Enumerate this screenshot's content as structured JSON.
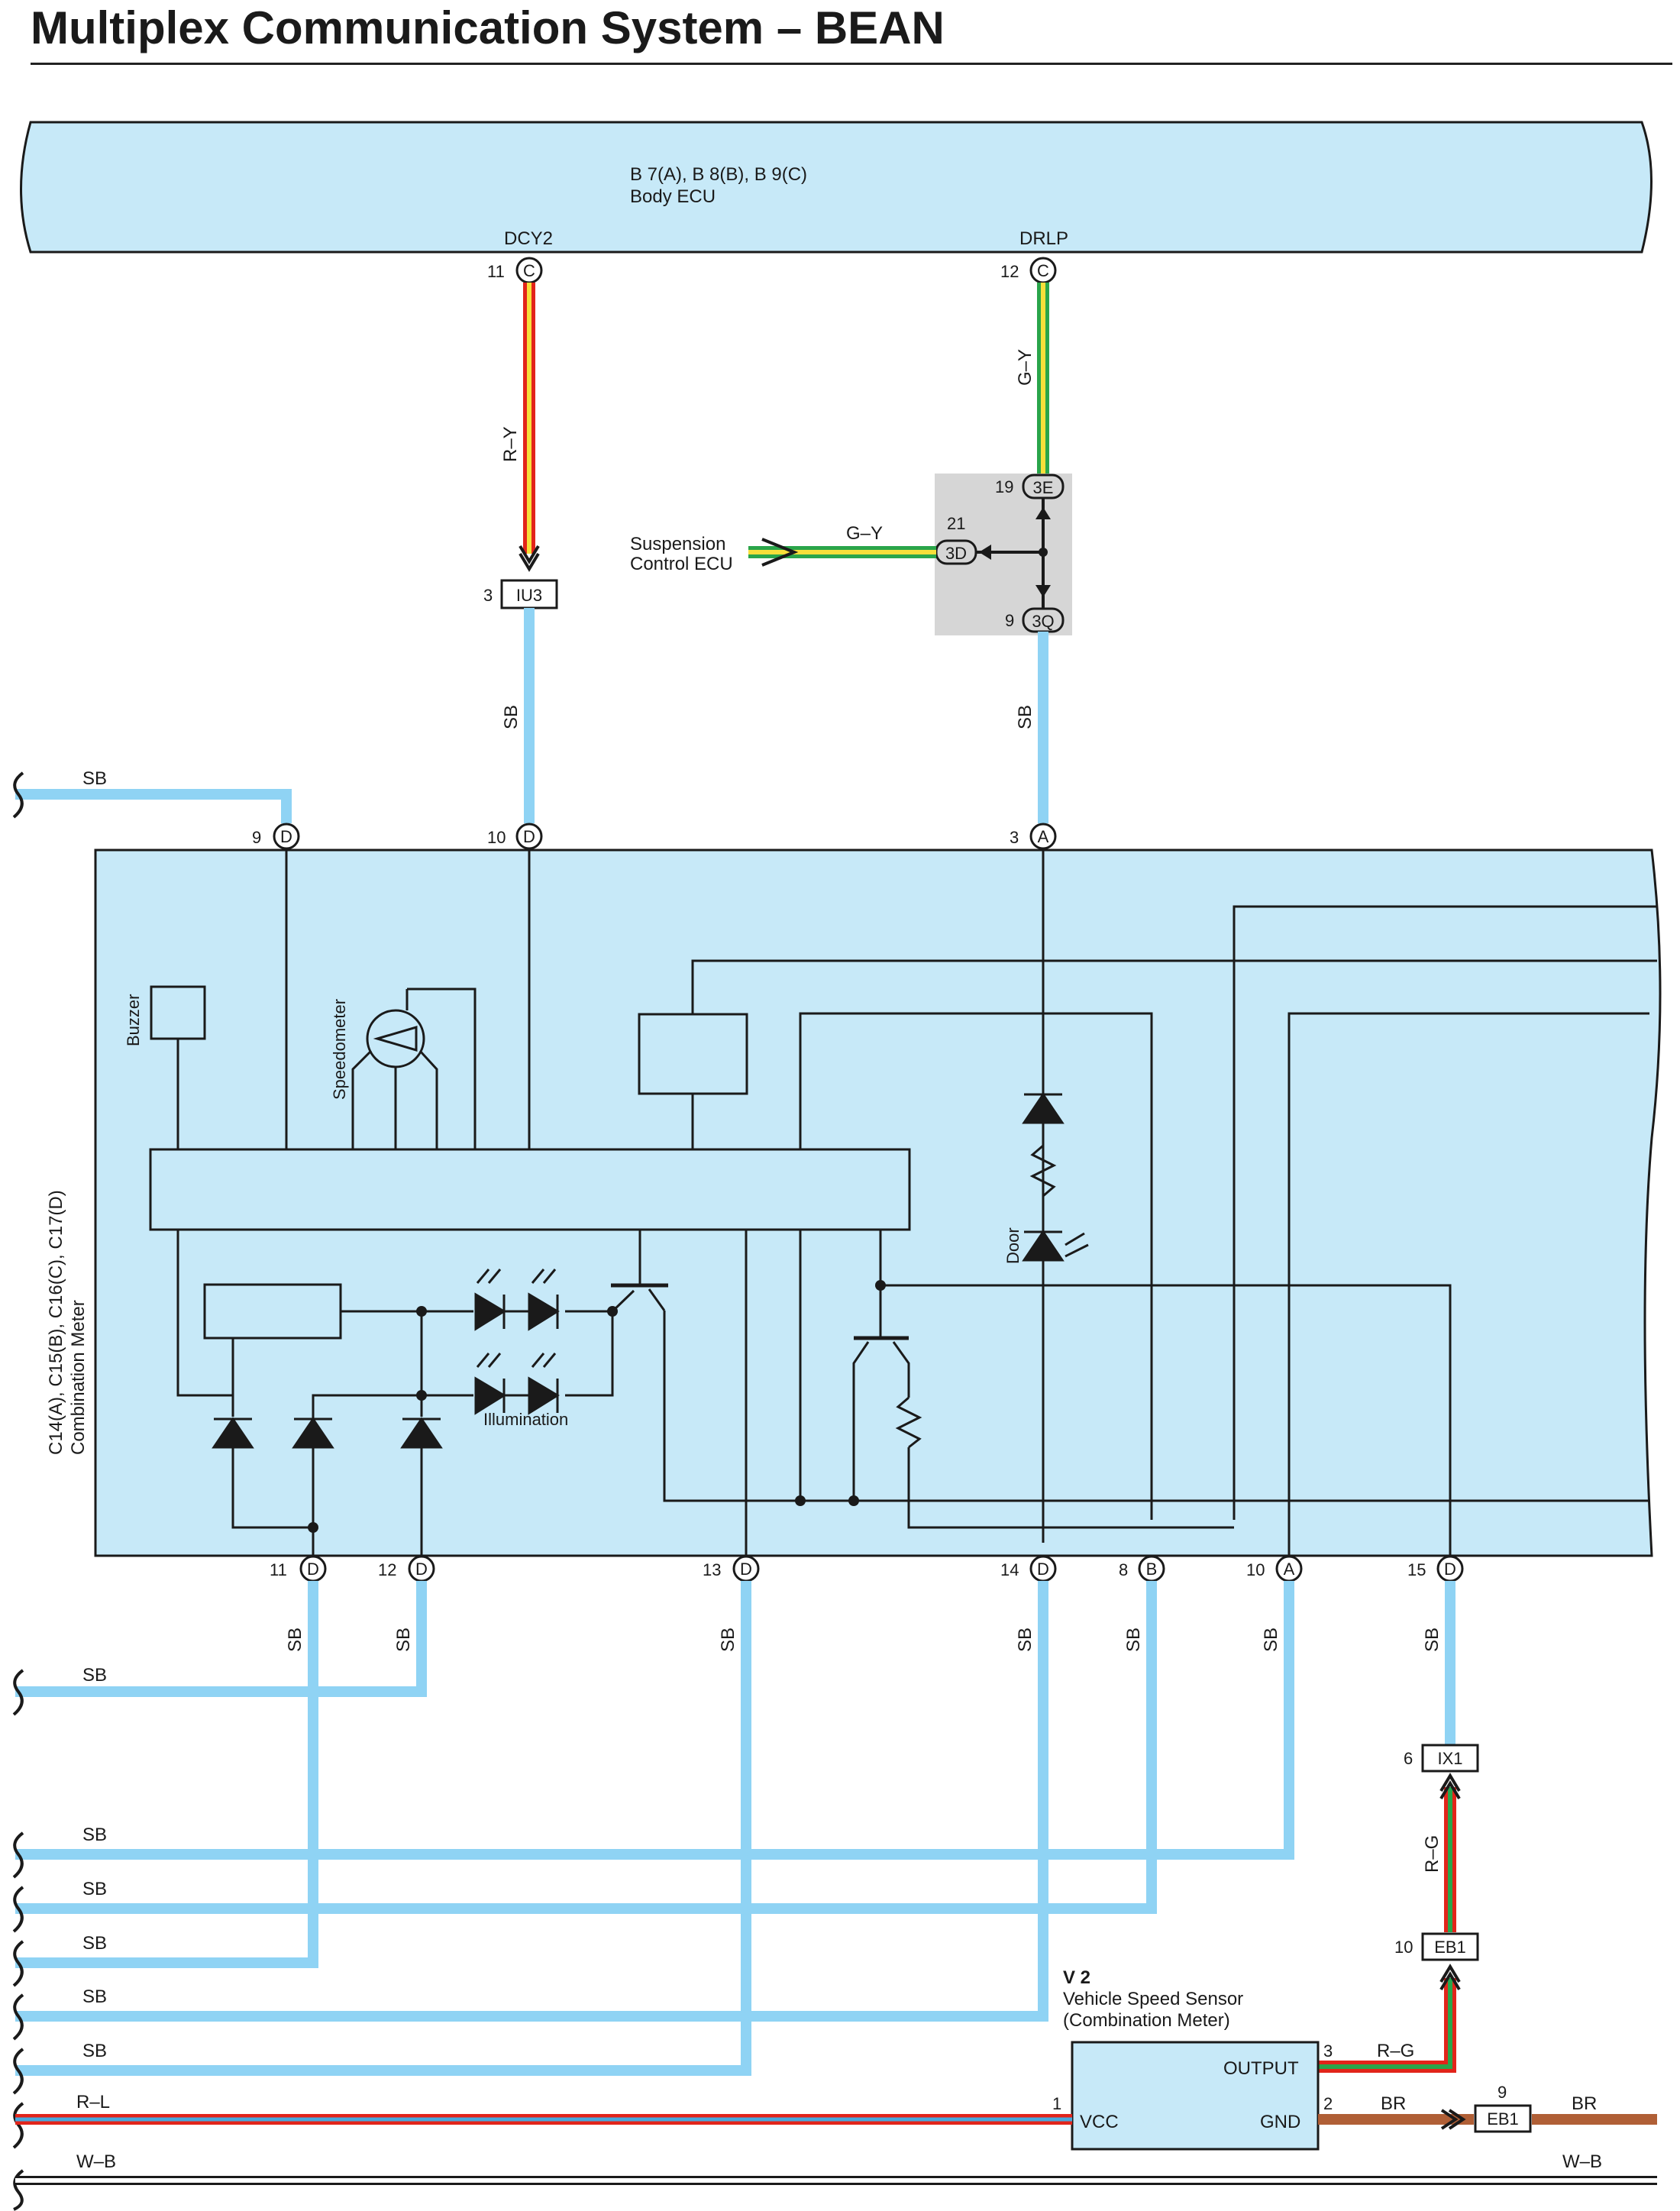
{
  "title": "Multiplex Communication System – BEAN",
  "colors": {
    "box_fill": "#c7e9f8",
    "sb_wire": "#8fd3f4",
    "red": "#e2241a",
    "yellow": "#f7df3a",
    "green": "#2aa54a",
    "brown": "#b05f36",
    "blue": "#4aa8dc",
    "grey_box": "#d6d6d6"
  },
  "body_ecu": {
    "code": "B 7(A), B 8(B), B 9(C)",
    "name": "Body ECU",
    "dcy2_label": "DCY2",
    "drlp_label": "DRLP",
    "pin_dcy2": "11",
    "pin_drlp": "12",
    "conn": "C"
  },
  "wires": {
    "ry": "R–Y",
    "gy": "G–Y",
    "sb": "SB",
    "rg": "R–G",
    "br": "BR",
    "rl": "R–L",
    "wb": "W–B"
  },
  "suspension": {
    "line1": "Suspension",
    "line2": "Control ECU"
  },
  "junction": {
    "pin19": "19",
    "c3e": "3E",
    "pin21": "21",
    "c3d": "3D",
    "pin9": "9",
    "c3q": "3Q"
  },
  "iu3": {
    "pin": "3",
    "name": "IU3"
  },
  "meter": {
    "code": "C14(A), C15(B), C16(C), C17(D)",
    "name": "Combination Meter",
    "buzzer": "Buzzer",
    "speedometer": "Speedometer",
    "door": "Door",
    "illumination": "Illumination"
  },
  "top_pins": [
    {
      "num": "9",
      "conn": "D"
    },
    {
      "num": "10",
      "conn": "D"
    },
    {
      "num": "3",
      "conn": "A"
    }
  ],
  "bottom_pins": [
    {
      "num": "11",
      "conn": "D"
    },
    {
      "num": "12",
      "conn": "D"
    },
    {
      "num": "13",
      "conn": "D"
    },
    {
      "num": "14",
      "conn": "D"
    },
    {
      "num": "8",
      "conn": "B"
    },
    {
      "num": "10",
      "conn": "A"
    },
    {
      "num": "15",
      "conn": "D"
    }
  ],
  "ix1": {
    "pin": "6",
    "name": "IX1"
  },
  "eb1_top": {
    "pin": "10",
    "name": "EB1"
  },
  "eb1_bottom": {
    "pin": "9",
    "name": "EB1"
  },
  "sensor": {
    "code": "V 2",
    "name": "Vehicle Speed Sensor",
    "sub": "(Combination Meter)",
    "output": "OUTPUT",
    "vcc": "VCC",
    "gnd": "GND",
    "pin_output": "3",
    "pin_vcc": "1",
    "pin_gnd": "2"
  }
}
